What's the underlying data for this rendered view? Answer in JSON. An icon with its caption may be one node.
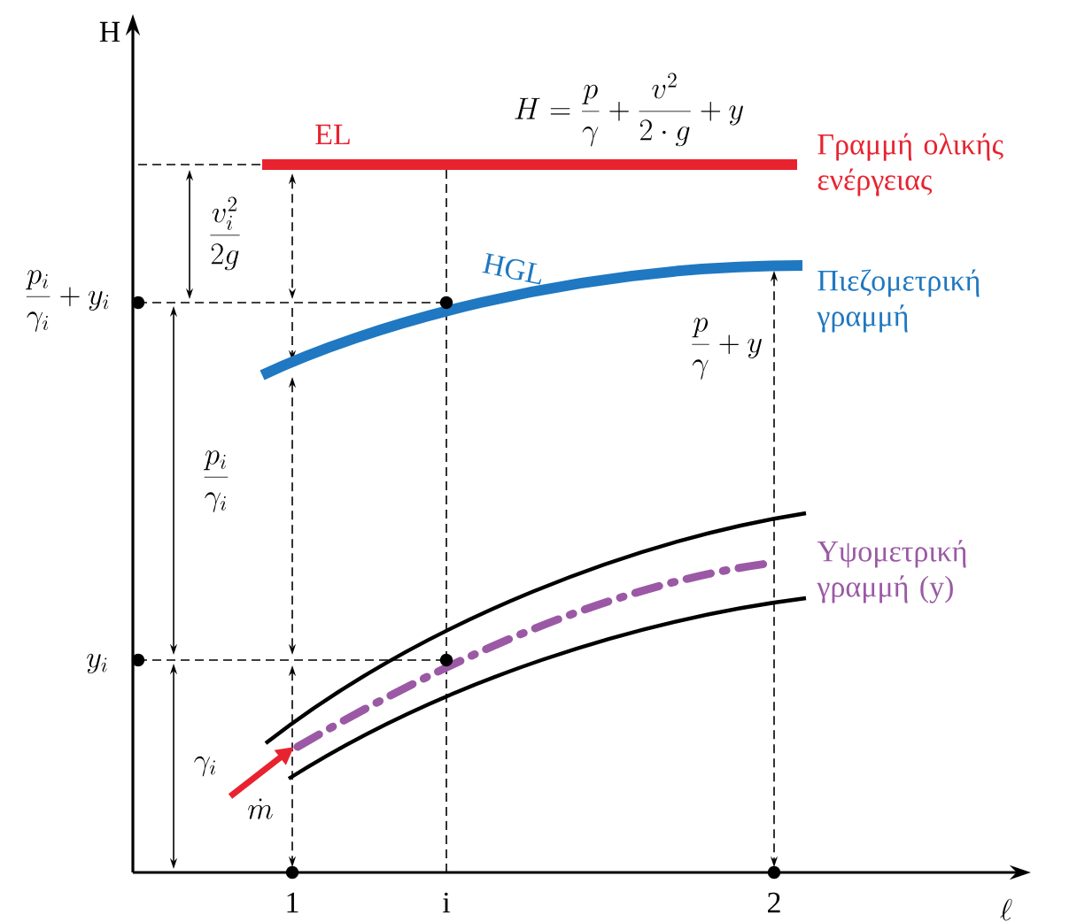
{
  "diagram": {
    "labels": [
      "H",
      "H=\\frac{p}{\\gamma}+\\frac{v^{2}}{2\\cdot g}+y",
      "EL",
      "Γραμμή ολικής ενέργειας",
      "\\frac{v_i^{2}}{2g}",
      "HGL",
      "\\frac{p_i}{\\gamma_i}+y_i",
      "Πιεζομετρική γραμμή",
      "\\frac{p}{\\gamma}+y",
      "\\frac{p_i}{\\gamma_i}",
      "Υψομετρική γραμμή (y)",
      "y_i",
      "\\gamma_i",
      "\\dot{m}",
      "1",
      "i",
      "2",
      "\\ell"
    ]
  }
}
